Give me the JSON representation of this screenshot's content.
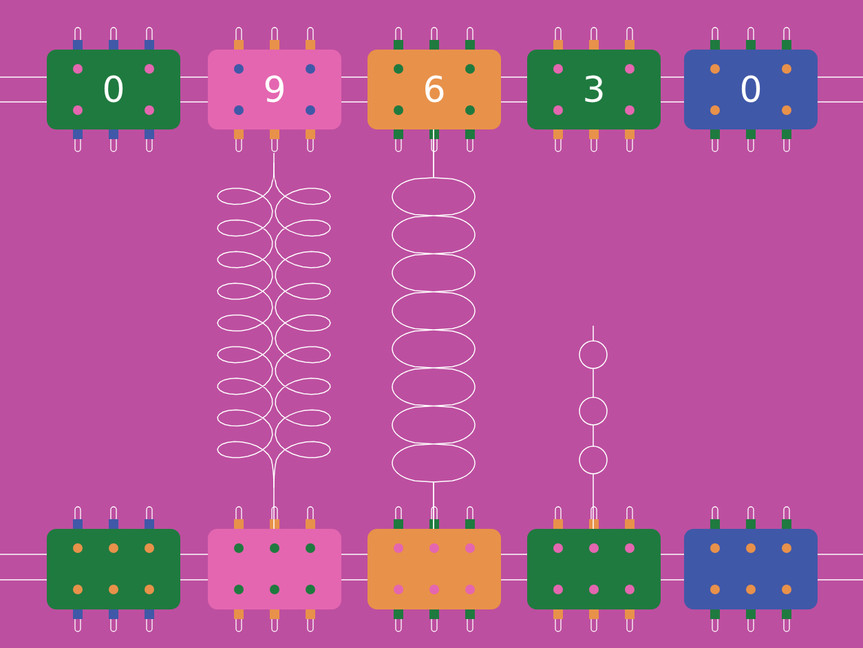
{
  "diagram": {
    "nodes": [
      {
        "text": [
          "0"
        ]
      },
      {
        "text": [
          "9"
        ]
      },
      {
        "text": [
          "6"
        ]
      },
      {
        "text": [
          "3"
        ]
      },
      {
        "text": [
          "0"
        ]
      }
    ]
  }
}
